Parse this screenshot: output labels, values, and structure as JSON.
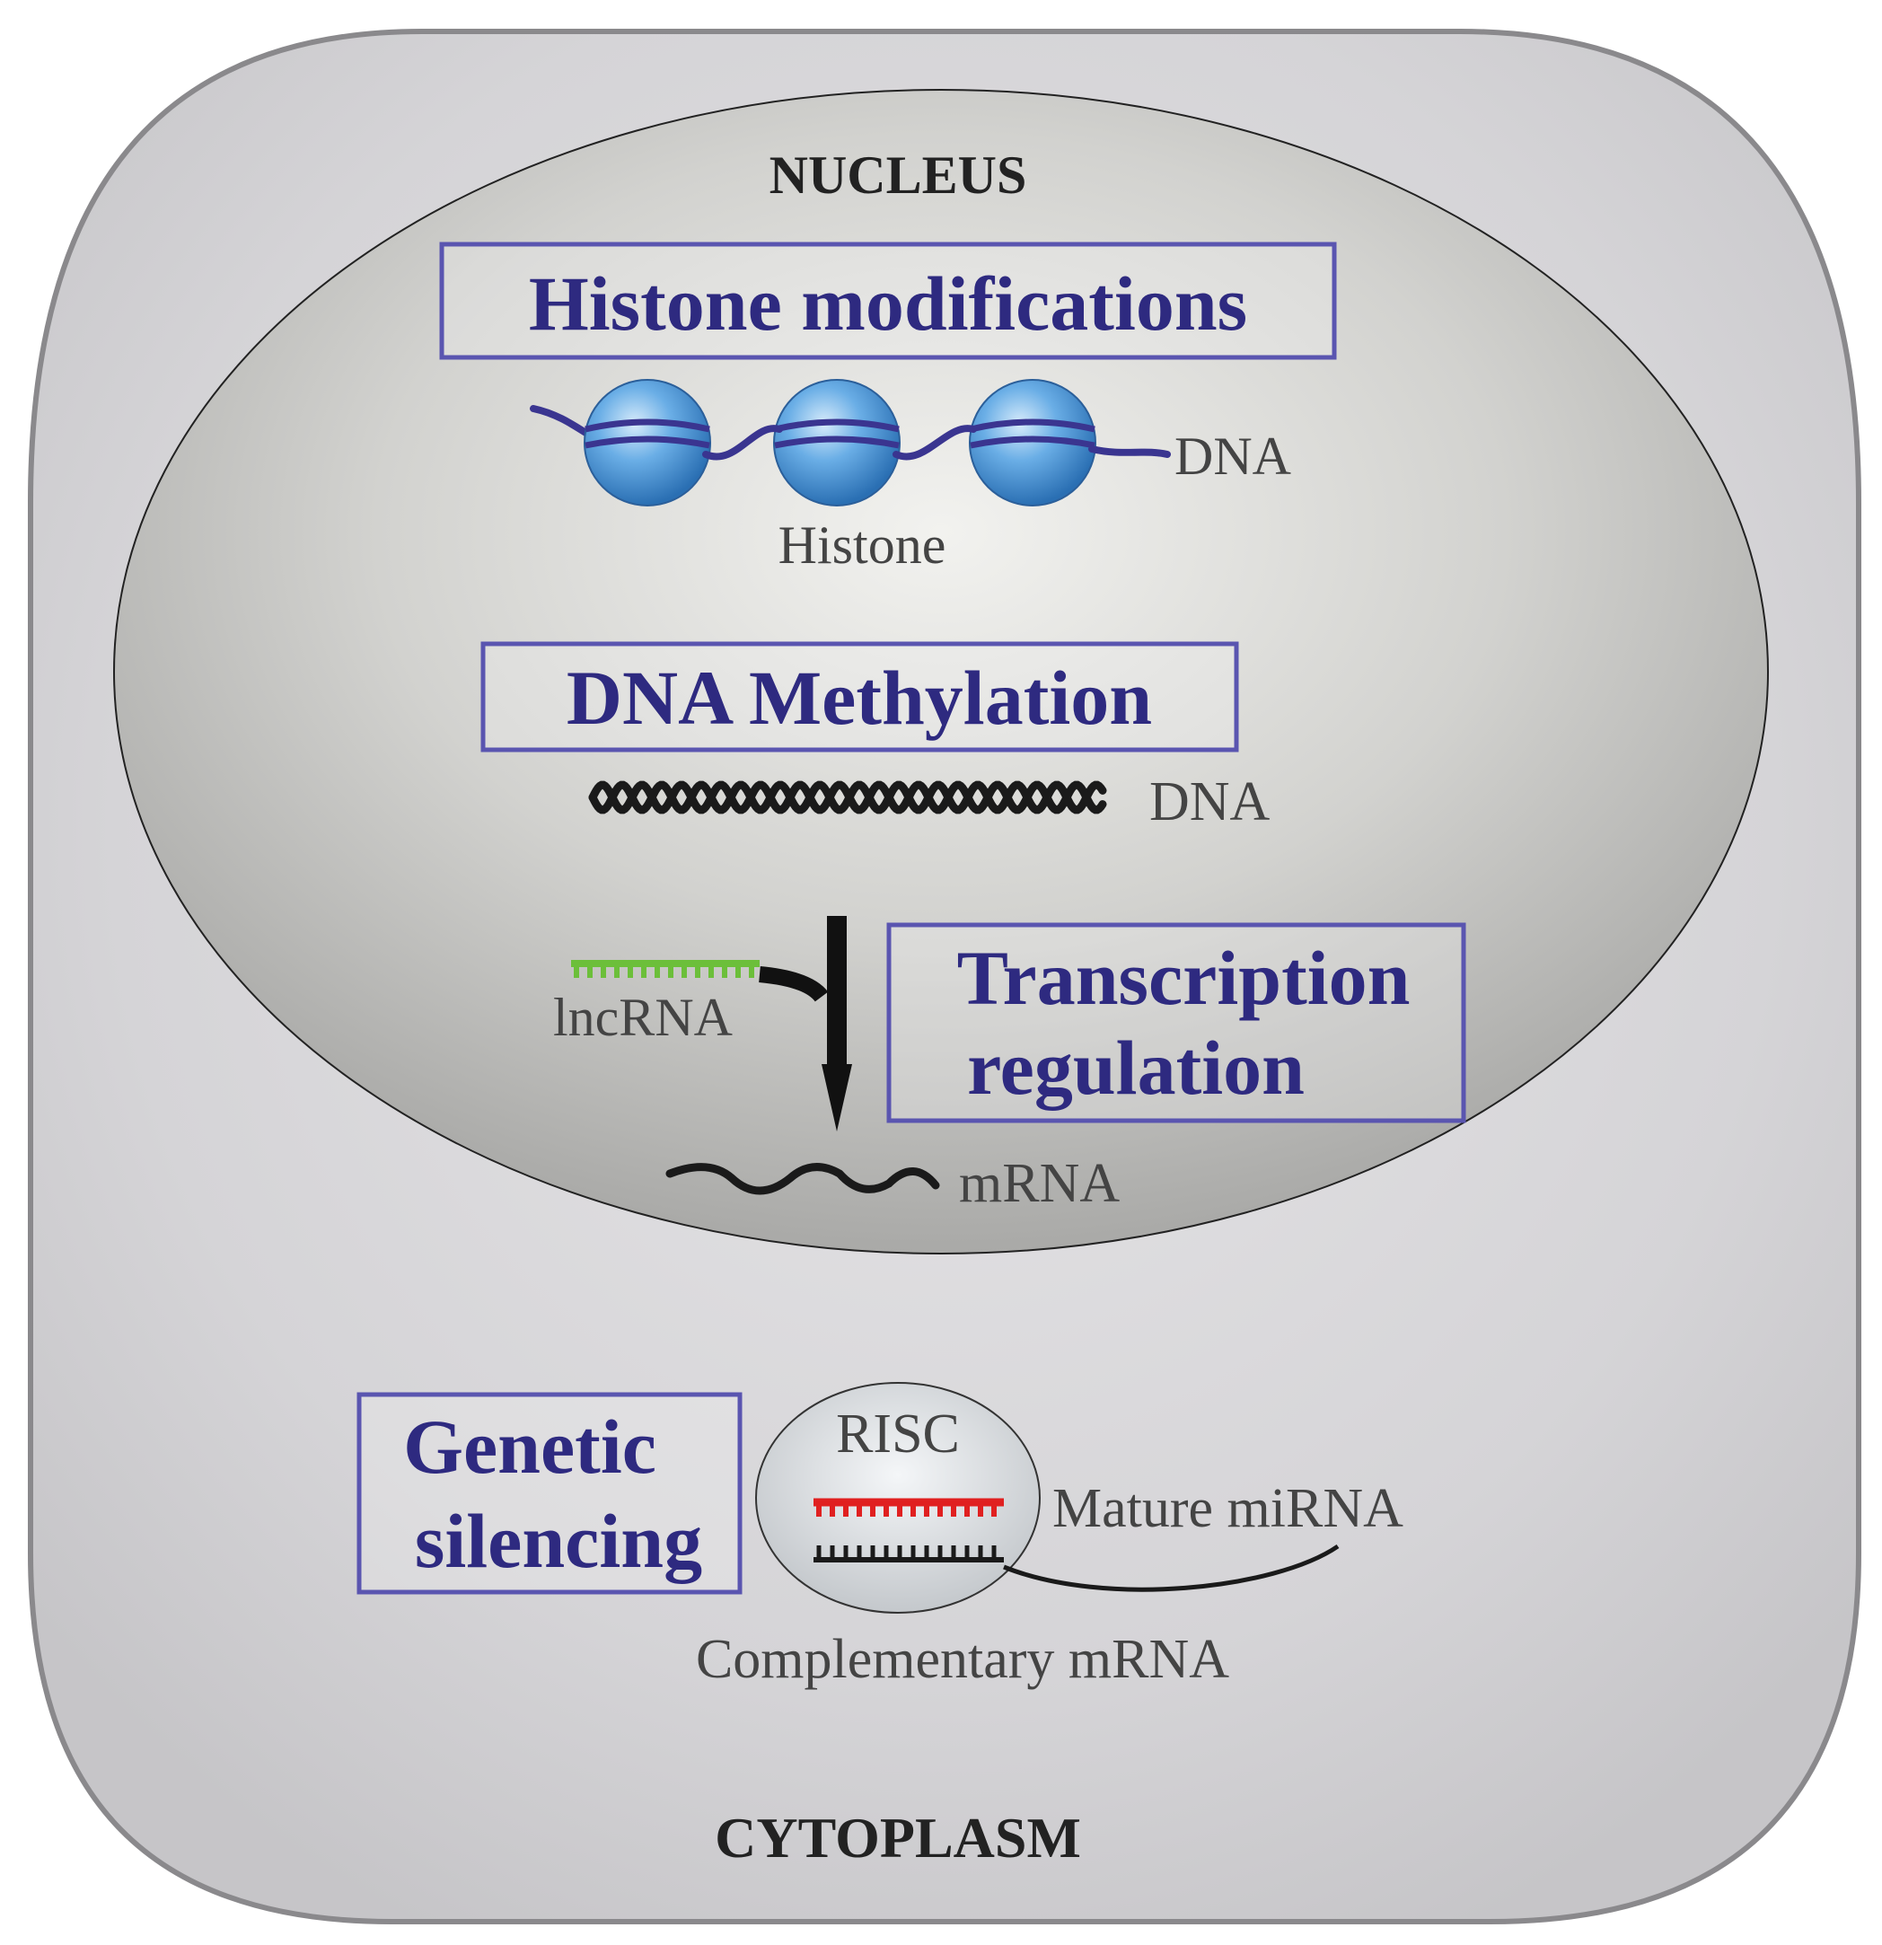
{
  "labels": {
    "nucleus": "NUCLEUS",
    "cytoplasm": "CYTOPLASM",
    "histone_modifications": "Histone modifications",
    "dna_top": "DNA",
    "histone": "Histone",
    "dna_methylation": "DNA Methylation",
    "dna_middle": "DNA",
    "transcription_line1": "Transcription",
    "transcription_line2": "regulation",
    "lncrna": "lncRNA",
    "mrna": "mRNA",
    "genetic_line1": "Genetic",
    "genetic_line2": "silencing",
    "risc": "RISC",
    "mature_mirna": "Mature miRNA",
    "complementary_mrna": "Complementary mRNA"
  },
  "colors": {
    "box_border": "#5a55b0",
    "box_text": "#2e2a80",
    "histone_fill": "#4a90cf",
    "dna_strand": "#3a3590",
    "lncrna_green": "#6cbf3a",
    "mirna_red": "#e02020",
    "cell_fill": "#d6d5d8",
    "nucleus_fill": "#c4c4c2"
  }
}
